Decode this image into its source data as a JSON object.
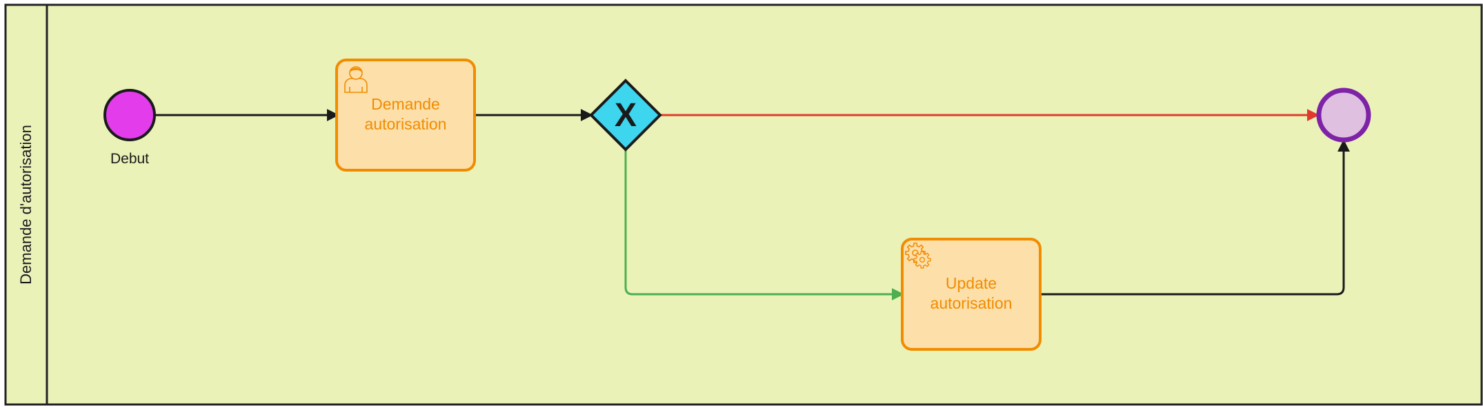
{
  "pool": {
    "lane_label": "Demande d'autorisation"
  },
  "events": {
    "start": {
      "label": "Debut"
    },
    "end": {
      "label": ""
    }
  },
  "tasks": {
    "user_task": {
      "label_line1": "Demande",
      "label_line2": "autorisation",
      "icon": "user-icon"
    },
    "service_task": {
      "label_line1": "Update",
      "label_line2": "autorisation",
      "icon": "gear-icon"
    }
  },
  "gateway": {
    "symbol": "X",
    "type": "exclusive-gateway"
  },
  "colors": {
    "lane_bg": "#EBF2B8",
    "start_event": "#E23CEB",
    "end_event_fill": "#E0C0E0",
    "end_event_stroke": "#7E22A8",
    "task_fill": "#FDDFAA",
    "task_stroke": "#F08C00",
    "task_text": "#F08C00",
    "gateway_fill": "#3ED5EE",
    "flow_default": "#1a1a1a",
    "flow_red": "#E03A2E",
    "flow_green": "#4CAF50"
  }
}
